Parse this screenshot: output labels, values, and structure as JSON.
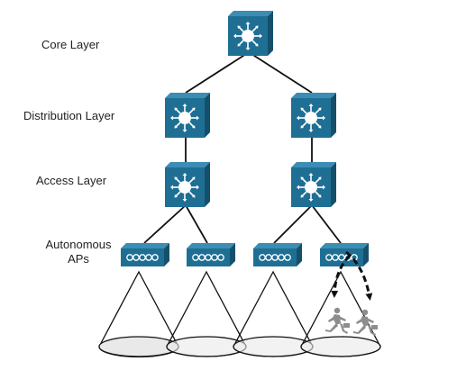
{
  "labels": {
    "core": "Core Layer",
    "distribution": "Distribution Layer",
    "access": "Access Layer",
    "aps_line1": "Autonomous",
    "aps_line2": "APs"
  },
  "colors": {
    "device_fill": "#1f6f94",
    "device_dark": "#14506c",
    "device_light": "#3b8db3",
    "line": "#111111",
    "coverage_fill": "#e9e9e9",
    "person": "#8d8d8d"
  },
  "icons": {
    "switch": "multilayer-switch-icon",
    "access_point": "wireless-access-point-icon",
    "roaming_user": "running-person-icon",
    "roam_path": "dashed-arrow-icon"
  }
}
